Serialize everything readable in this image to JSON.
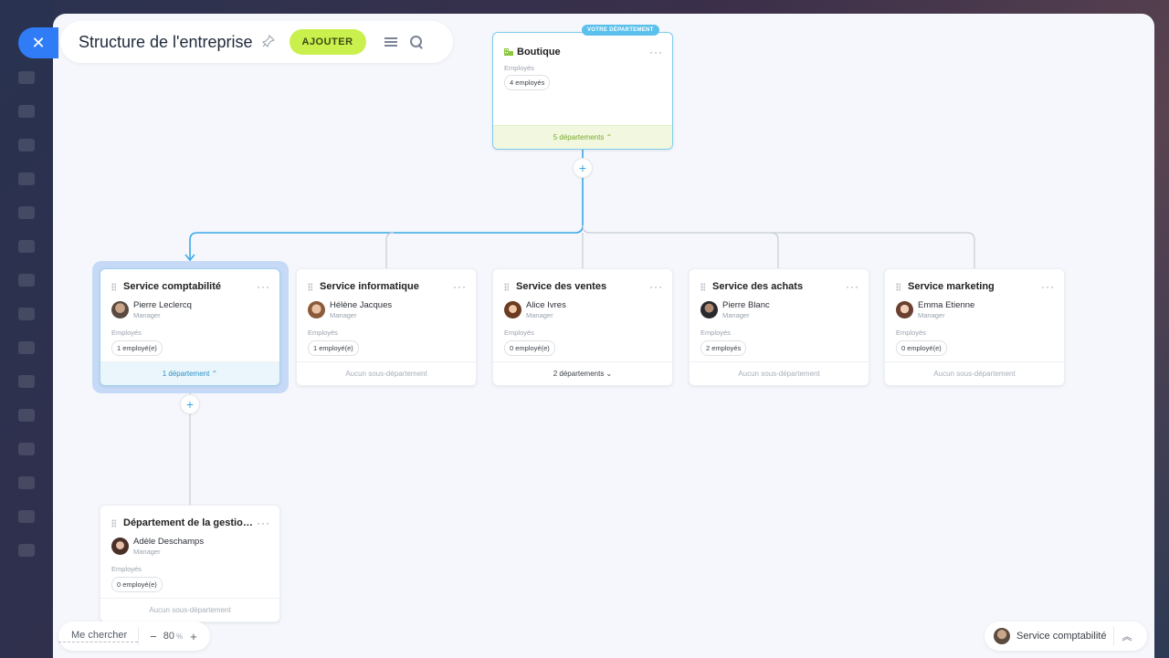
{
  "header": {
    "title": "Structure de l'entreprise",
    "add_label": "AJOUTER"
  },
  "root": {
    "badge": "VOTRE DÉPARTEMENT",
    "name": "Boutique",
    "employees_label": "Employés",
    "employees": "4 employés",
    "footer": "5 départements ⌃"
  },
  "departments": [
    {
      "name": "Service comptabilité",
      "manager": "Pierre Leclercq",
      "role": "Manager",
      "employees_label": "Employés",
      "employees": "1 employé(e)",
      "footer": "1 département ⌃"
    },
    {
      "name": "Service informatique",
      "manager": "Hélène Jacques",
      "role": "Manager",
      "employees_label": "Employés",
      "employees": "1 employé(e)",
      "footer": "Aucun sous-département"
    },
    {
      "name": "Service des ventes",
      "manager": "Alice Ivres",
      "role": "Manager",
      "employees_label": "Employés",
      "employees": "0 employé(e)",
      "footer": "2 départements ⌄"
    },
    {
      "name": "Service des achats",
      "manager": "Pierre Blanc",
      "role": "Manager",
      "employees_label": "Employés",
      "employees": "2 employés",
      "footer": "Aucun sous-département"
    },
    {
      "name": "Service marketing",
      "manager": "Emma Etienne",
      "role": "Manager",
      "employees_label": "Employés",
      "employees": "0 employé(e)",
      "footer": "Aucun sous-département"
    }
  ],
  "sub": {
    "name": "Département de la gestion d...",
    "manager": "Adèle Deschamps",
    "role": "Manager",
    "employees_label": "Employés",
    "employees": "0 employé(e)",
    "footer": "Aucun sous-département"
  },
  "controls": {
    "find_me": "Me chercher",
    "zoom_value": "80",
    "zoom_unit": "%",
    "current_department": "Service comptabilité"
  },
  "colors": {
    "accent": "#2f7cf6",
    "add_button": "#c9f04d",
    "root_footer": "#f1f8df",
    "selected_footer": "#eaf6fb",
    "connector_active": "#3aa8e8",
    "connector": "#c7ccd4"
  }
}
